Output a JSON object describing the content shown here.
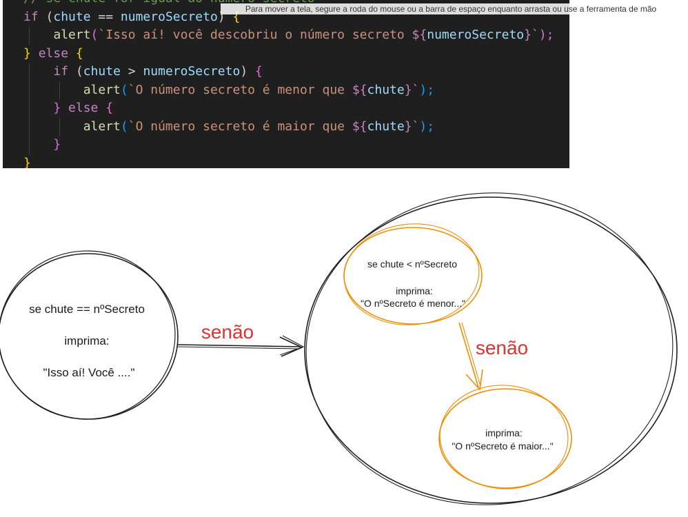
{
  "code": {
    "lines": [
      [
        {
          "t": "// se chute for igual ao número secreto",
          "c": "comment"
        }
      ],
      [
        {
          "t": "if",
          "c": "kw"
        },
        {
          "t": " (",
          "c": "op"
        },
        {
          "t": "chute",
          "c": "var"
        },
        {
          "t": " == ",
          "c": "op"
        },
        {
          "t": "numeroSecreto",
          "c": "var"
        },
        {
          "t": ") ",
          "c": "op"
        },
        {
          "t": "{",
          "c": "brace"
        }
      ],
      [
        {
          "t": "    ",
          "c": "op"
        },
        {
          "t": "alert",
          "c": "fn"
        },
        {
          "t": "(",
          "c": "brace2"
        },
        {
          "t": "`Isso aí! você descobriu o número secreto ",
          "c": "str"
        },
        {
          "t": "${",
          "c": "interp"
        },
        {
          "t": "numeroSecreto",
          "c": "var"
        },
        {
          "t": "}",
          "c": "interp"
        },
        {
          "t": "`",
          "c": "str"
        },
        {
          "t": ");",
          "c": "brace2"
        }
      ],
      [
        {
          "t": "} ",
          "c": "brace"
        },
        {
          "t": "else",
          "c": "kw"
        },
        {
          "t": " ",
          "c": "op"
        },
        {
          "t": "{",
          "c": "brace"
        }
      ],
      [
        {
          "t": "    ",
          "c": "op"
        },
        {
          "t": "if",
          "c": "kw"
        },
        {
          "t": " (",
          "c": "op"
        },
        {
          "t": "chute",
          "c": "var"
        },
        {
          "t": " > ",
          "c": "op"
        },
        {
          "t": "numeroSecreto",
          "c": "var"
        },
        {
          "t": ") ",
          "c": "op"
        },
        {
          "t": "{",
          "c": "brace2"
        }
      ],
      [
        {
          "t": "        ",
          "c": "op"
        },
        {
          "t": "alert",
          "c": "fn"
        },
        {
          "t": "(",
          "c": "brace3"
        },
        {
          "t": "`O número secreto é menor que ",
          "c": "str"
        },
        {
          "t": "${",
          "c": "interp"
        },
        {
          "t": "chute",
          "c": "var"
        },
        {
          "t": "}",
          "c": "interp"
        },
        {
          "t": "`",
          "c": "str"
        },
        {
          "t": ");",
          "c": "brace3"
        }
      ],
      [
        {
          "t": "    ",
          "c": "op"
        },
        {
          "t": "}",
          "c": "brace2"
        },
        {
          "t": " ",
          "c": "op"
        },
        {
          "t": "else",
          "c": "kw"
        },
        {
          "t": " ",
          "c": "op"
        },
        {
          "t": "{",
          "c": "brace2"
        }
      ],
      [
        {
          "t": "        ",
          "c": "op"
        },
        {
          "t": "alert",
          "c": "fn"
        },
        {
          "t": "(",
          "c": "brace3"
        },
        {
          "t": "`O número secreto é maior que ",
          "c": "str"
        },
        {
          "t": "${",
          "c": "interp"
        },
        {
          "t": "chute",
          "c": "var"
        },
        {
          "t": "}",
          "c": "interp"
        },
        {
          "t": "`",
          "c": "str"
        },
        {
          "t": ");",
          "c": "brace3"
        }
      ],
      [
        {
          "t": "    ",
          "c": "op"
        },
        {
          "t": "}",
          "c": "brace2"
        }
      ],
      [
        {
          "t": "}",
          "c": "brace"
        }
      ]
    ]
  },
  "tooltip": {
    "text": "Para mover a tela, segure a roda do mouse ou a barra de espaço enquanto arrasta ou use a ferramenta de mão"
  },
  "diagram": {
    "colors": {
      "stroke_dark": "#1e1e1e",
      "stroke_orange": "#f08c00",
      "label_red": "#e03131"
    },
    "node_left": {
      "lines": [
        "se chute == nºSecreto",
        "imprima:",
        "\"Isso aí! Você ....\""
      ]
    },
    "node_inner_top": {
      "lines": [
        "se chute < nºSecreto",
        "imprima:",
        "\"O nºSecreto é menor...\""
      ]
    },
    "node_inner_bottom": {
      "lines": [
        "imprima:",
        "\"O nºSecreto é maior...\""
      ]
    },
    "edge_main_label": "senão",
    "edge_inner_label": "senão"
  }
}
